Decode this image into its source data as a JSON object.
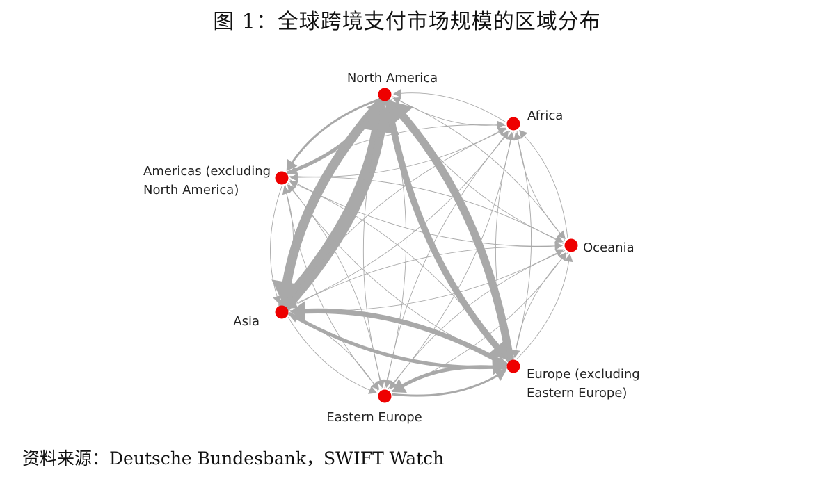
{
  "title": "图 1：全球跨境支付市场规模的区域分布",
  "source": "资料来源：Deutsche Bundesbank，SWIFT Watch",
  "colors": {
    "node": "#ee0000",
    "edge": "#a9a9a9",
    "text": "#222222"
  },
  "nodes": [
    {
      "id": "north-america",
      "label_lines": [
        "North America"
      ]
    },
    {
      "id": "africa",
      "label_lines": [
        "Africa"
      ]
    },
    {
      "id": "oceania",
      "label_lines": [
        "Oceania"
      ]
    },
    {
      "id": "europe",
      "label_lines": [
        "Europe (excluding",
        "Eastern Europe)"
      ]
    },
    {
      "id": "eastern-europe",
      "label_lines": [
        "Eastern Europe"
      ]
    },
    {
      "id": "asia",
      "label_lines": [
        "Asia"
      ]
    },
    {
      "id": "americas",
      "label_lines": [
        "Americas (excluding",
        "North America)"
      ]
    }
  ],
  "edges": [
    {
      "from": "asia",
      "to": "north-america",
      "weight": 10
    },
    {
      "from": "north-america",
      "to": "asia",
      "weight": 7
    },
    {
      "from": "europe",
      "to": "north-america",
      "weight": 6
    },
    {
      "from": "north-america",
      "to": "europe",
      "weight": 5
    },
    {
      "from": "europe",
      "to": "asia",
      "weight": 4
    },
    {
      "from": "asia",
      "to": "europe",
      "weight": 3
    },
    {
      "from": "americas",
      "to": "north-america",
      "weight": 3
    },
    {
      "from": "north-america",
      "to": "americas",
      "weight": 2
    },
    {
      "from": "europe",
      "to": "eastern-europe",
      "weight": 3
    },
    {
      "from": "eastern-europe",
      "to": "europe",
      "weight": 2
    },
    {
      "from": "africa",
      "to": "north-america",
      "weight": 1
    },
    {
      "from": "north-america",
      "to": "africa",
      "weight": 1
    },
    {
      "from": "oceania",
      "to": "north-america",
      "weight": 1
    },
    {
      "from": "north-america",
      "to": "oceania",
      "weight": 1
    },
    {
      "from": "eastern-europe",
      "to": "north-america",
      "weight": 1
    },
    {
      "from": "north-america",
      "to": "eastern-europe",
      "weight": 1
    },
    {
      "from": "africa",
      "to": "europe",
      "weight": 1
    },
    {
      "from": "europe",
      "to": "africa",
      "weight": 1
    },
    {
      "from": "oceania",
      "to": "europe",
      "weight": 1
    },
    {
      "from": "europe",
      "to": "oceania",
      "weight": 1
    },
    {
      "from": "americas",
      "to": "europe",
      "weight": 1
    },
    {
      "from": "europe",
      "to": "americas",
      "weight": 1
    },
    {
      "from": "africa",
      "to": "asia",
      "weight": 1
    },
    {
      "from": "asia",
      "to": "africa",
      "weight": 1
    },
    {
      "from": "oceania",
      "to": "asia",
      "weight": 1
    },
    {
      "from": "asia",
      "to": "oceania",
      "weight": 1
    },
    {
      "from": "americas",
      "to": "asia",
      "weight": 1
    },
    {
      "from": "asia",
      "to": "americas",
      "weight": 1
    },
    {
      "from": "eastern-europe",
      "to": "asia",
      "weight": 1
    },
    {
      "from": "asia",
      "to": "eastern-europe",
      "weight": 1
    },
    {
      "from": "africa",
      "to": "oceania",
      "weight": 1
    },
    {
      "from": "oceania",
      "to": "africa",
      "weight": 1
    },
    {
      "from": "africa",
      "to": "americas",
      "weight": 1
    },
    {
      "from": "americas",
      "to": "africa",
      "weight": 1
    },
    {
      "from": "africa",
      "to": "eastern-europe",
      "weight": 1
    },
    {
      "from": "eastern-europe",
      "to": "africa",
      "weight": 1
    },
    {
      "from": "oceania",
      "to": "americas",
      "weight": 1
    },
    {
      "from": "americas",
      "to": "oceania",
      "weight": 1
    },
    {
      "from": "oceania",
      "to": "eastern-europe",
      "weight": 1
    },
    {
      "from": "eastern-europe",
      "to": "oceania",
      "weight": 1
    },
    {
      "from": "americas",
      "to": "eastern-europe",
      "weight": 1
    },
    {
      "from": "eastern-europe",
      "to": "americas",
      "weight": 1
    }
  ]
}
